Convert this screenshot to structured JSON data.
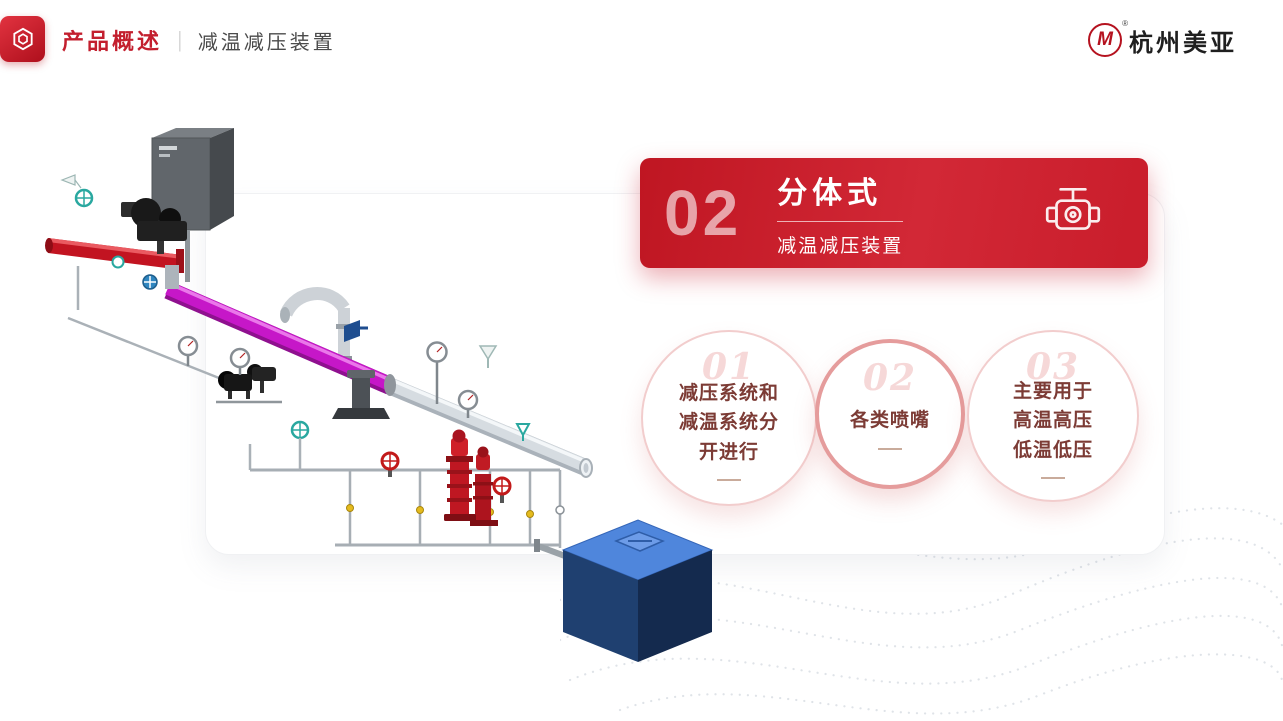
{
  "colors": {
    "accent": "#c31f2e",
    "banner_red": "#cb1f2d",
    "feature_text": "#7c3b35"
  },
  "icons": {
    "badge": "hexagon-box-icon",
    "banner": "control-valve-icon",
    "logo": "m-circle-logo",
    "decoration": "dotted-wave-lines"
  },
  "header": {
    "section_title": "产品概述",
    "divider": "|",
    "page_title": "减温减压装置",
    "brand": {
      "logo_letter": "M",
      "reg_mark": "®",
      "name": "杭州美亚"
    }
  },
  "banner": {
    "number": "02",
    "title": "分体式",
    "subtitle": "减温减压装置"
  },
  "features": [
    {
      "index": "01",
      "lines": [
        "减压系统和",
        "减温系统分",
        "开进行"
      ]
    },
    {
      "index": "02",
      "lines": [
        "各类喷嘴"
      ]
    },
    {
      "index": "03",
      "lines": [
        "主要用于",
        "高温高压",
        "低温低压"
      ]
    }
  ]
}
